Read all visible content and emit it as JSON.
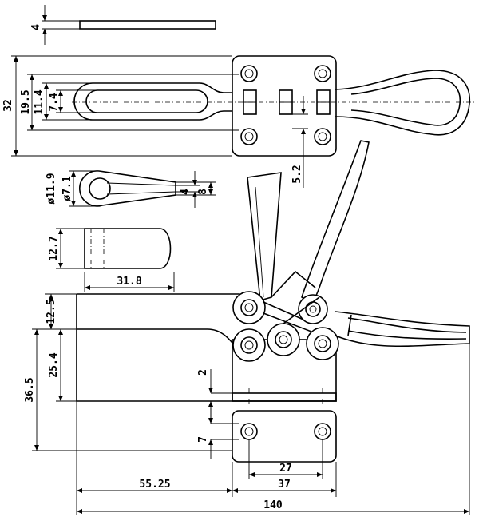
{
  "dimensions": {
    "thickness_4": "4",
    "height_32": "32",
    "height_19_5": "19.5",
    "height_11_4": "11.4",
    "height_7_4": "7.4",
    "gap_5_2": "5.2",
    "dia_11_9": "ø11.9",
    "dia_7_1": "ø7.1",
    "slot_4": "4",
    "slot_8": "8",
    "bar_12_7": "12.7",
    "bar_31_8": "31.8",
    "height_12_5": "12.5",
    "height_25_4": "25.4",
    "height_36_5": "36.5",
    "gap_2": "2",
    "hole_7": "7",
    "hole_span_27": "27",
    "base_37": "37",
    "offset_55_25": "55.25",
    "overall_140": "140"
  }
}
